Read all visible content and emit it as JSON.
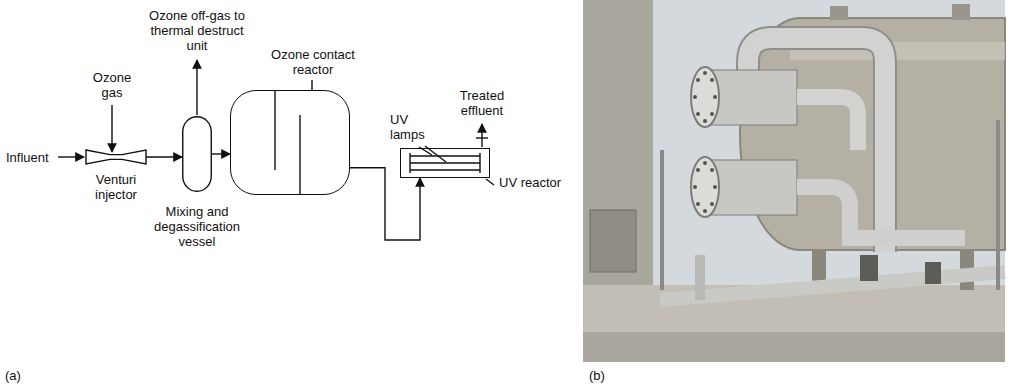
{
  "diagram": {
    "nodes": [
      {
        "text": [
          "Venturi injector"
        ]
      },
      {
        "text": [
          "Mixing and degassification vessel"
        ]
      },
      {
        "text": [
          "Ozone contact reactor"
        ]
      },
      {
        "text": [
          "UV reactor"
        ]
      }
    ],
    "edges": [
      {
        "from": 0,
        "to": 1,
        "arrow": "to"
      },
      {
        "from": 1,
        "to": 2,
        "arrow": "to"
      },
      {
        "from": 2,
        "to": 3,
        "arrow": "to"
      }
    ],
    "labels": [
      "Influent",
      "Ozone gas",
      "Ozone off-gas to thermal destruct unit",
      "UV lamps",
      "Treated effluent",
      "(a)",
      "(b)"
    ]
  }
}
